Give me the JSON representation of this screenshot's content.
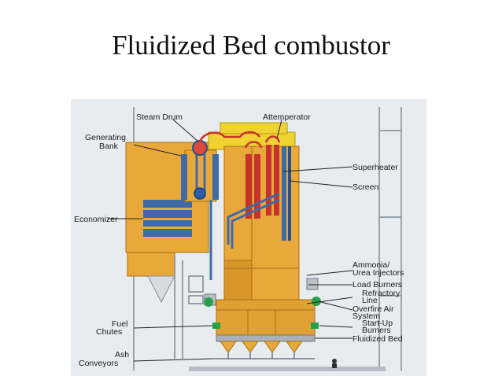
{
  "slide": {
    "title": "Fluidized Bed combustor"
  },
  "diagram": {
    "colors": {
      "body": "#e8a93a",
      "body_shade": "#c98a22",
      "tube_blue": "#3f6aa8",
      "superheater_red": "#c8322d",
      "background_panel": "#e9ecef",
      "ground": "#b7bcc2",
      "green_burner": "#27a04a"
    },
    "labels": {
      "steam_drum": "Steam Drum",
      "attemperator": "Attemperator",
      "generating_bank_1": "Generating",
      "generating_bank_2": "Bank",
      "economizer": "Economizer",
      "superheater": "Superheater",
      "screen": "Screen",
      "ammonia_1": "Ammonia/",
      "ammonia_2": "Urea Injectors",
      "load_burners": "Load Burners",
      "refractory_1": "Refractory",
      "refractory_2": "Line",
      "overfire_1": "Overfire Air",
      "overfire_2": "System",
      "fuel_chutes_1": "Fuel",
      "fuel_chutes_2": "Chutes",
      "startup_1": "Start-Up",
      "startup_2": "Burners",
      "fluidized_bed": "Fluidized Bed",
      "ash_1": "Ash",
      "ash_2": "Conveyors"
    }
  }
}
